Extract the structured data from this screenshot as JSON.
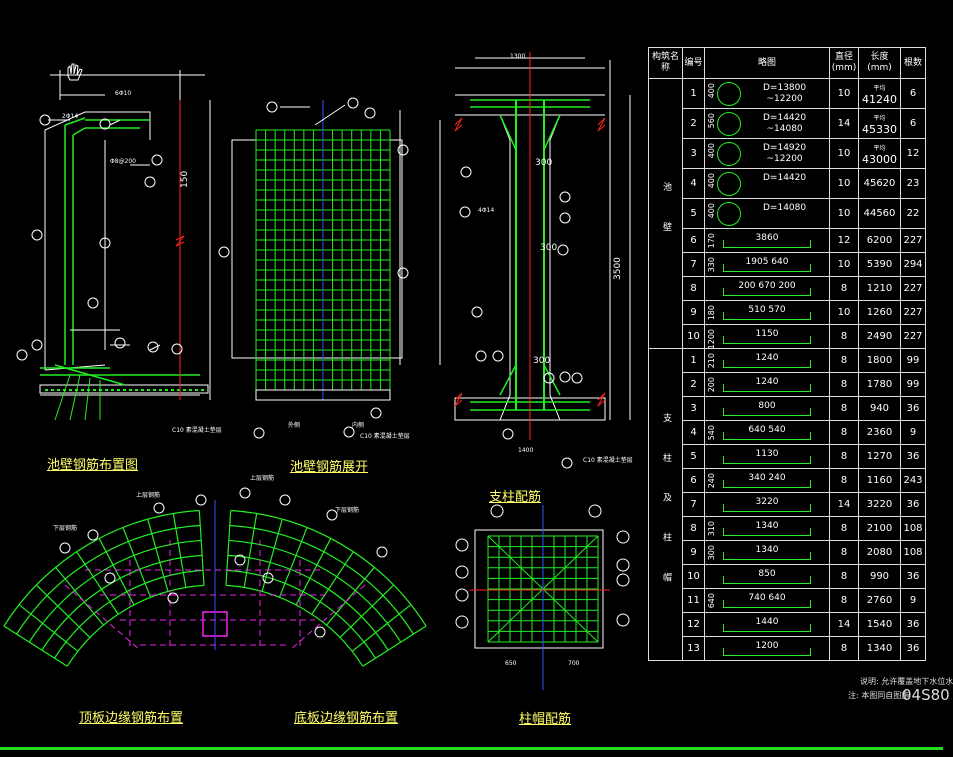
{
  "titles": {
    "wall_layout": "池壁钢筋布置图",
    "wall_unfold": "池壁钢筋展开",
    "column": "支柱配筋",
    "top_slab": "顶板边缘钢筋布置",
    "bottom_slab": "底板边缘钢筋布置",
    "column_cap": "柱帽配筋"
  },
  "drawing_labels": {
    "outer_side": "外侧",
    "inner_side": "内侧",
    "top_rebar_left": "上层钢筋",
    "top_rebar_right": "上层钢筋",
    "bottom_rebar_left": "下层钢筋",
    "bottom_rebar_right": "下层钢筋",
    "c10_a": "C10 素混凝土垫层",
    "c10_b": "C10 素混凝土垫层",
    "c10_c": "C10 素混凝土垫层",
    "dim_3500": "3500",
    "dim_150": "150",
    "dim_300a": "300",
    "dim_300b": "300",
    "dim_300c": "300",
    "dim_400": "400",
    "dim_1300": "1300",
    "dim_1400": "1400",
    "dim_650": "650",
    "dim_700": "700",
    "rebar_6d10": "6Φ10",
    "rebar_2d14": "2Φ14",
    "rebar_4d14": "4Φ14",
    "rebar_d8_200": "Φ8@200"
  },
  "table": {
    "headers": [
      "构筑名称",
      "编号",
      "略图",
      "直径(mm)",
      "长度(mm)",
      "根数"
    ],
    "groups": [
      {
        "name": "池 壁",
        "rows": [
          {
            "no": "1",
            "sketch": "D=13800\n~12200",
            "dia": "10",
            "len": "41240",
            "len_note": "平均",
            "cnt": "6",
            "dim": "400"
          },
          {
            "no": "2",
            "sketch": "D=14420\n~14080",
            "dia": "14",
            "len": "45330",
            "len_note": "平均",
            "cnt": "6",
            "dim": "560"
          },
          {
            "no": "3",
            "sketch": "D=14920\n~12200",
            "dia": "10",
            "len": "43000",
            "len_note": "平均",
            "cnt": "12",
            "dim": "400"
          },
          {
            "no": "4",
            "sketch": "D=14420",
            "dia": "10",
            "len": "45620",
            "len_note": "",
            "cnt": "23",
            "dim": "400"
          },
          {
            "no": "5",
            "sketch": "D=14080",
            "dia": "10",
            "len": "44560",
            "len_note": "",
            "cnt": "22",
            "dim": "400"
          },
          {
            "no": "6",
            "sketch": "3860",
            "dia": "12",
            "len": "6200",
            "len_note": "",
            "cnt": "227",
            "dim": "170"
          },
          {
            "no": "7",
            "sketch": "1905 640",
            "dia": "10",
            "len": "5390",
            "len_note": "",
            "cnt": "294",
            "dim": "330"
          },
          {
            "no": "8",
            "sketch": "200 670 200",
            "dia": "8",
            "len": "1210",
            "len_note": "",
            "cnt": "227",
            "dim": ""
          },
          {
            "no": "9",
            "sketch": "510 570",
            "dia": "10",
            "len": "1260",
            "len_note": "",
            "cnt": "227",
            "dim": "180"
          },
          {
            "no": "10",
            "sketch": "1150",
            "dia": "8",
            "len": "2490",
            "len_note": "",
            "cnt": "227",
            "dim": "1200"
          }
        ]
      },
      {
        "name": "支 柱 及 柱 帽",
        "rows": [
          {
            "no": "1",
            "sketch": "1240",
            "dia": "8",
            "len": "1800",
            "len_note": "",
            "cnt": "99",
            "dim": "210"
          },
          {
            "no": "2",
            "sketch": "1240",
            "dia": "8",
            "len": "1780",
            "len_note": "",
            "cnt": "99",
            "dim": "200"
          },
          {
            "no": "3",
            "sketch": "800",
            "dia": "8",
            "len": "940",
            "len_note": "",
            "cnt": "36",
            "dim": ""
          },
          {
            "no": "4",
            "sketch": "640 540",
            "dia": "8",
            "len": "2360",
            "len_note": "",
            "cnt": "9",
            "dim": "540"
          },
          {
            "no": "5",
            "sketch": "1130",
            "dia": "8",
            "len": "1270",
            "len_note": "",
            "cnt": "36",
            "dim": ""
          },
          {
            "no": "6",
            "sketch": "340 240",
            "dia": "8",
            "len": "1160",
            "len_note": "",
            "cnt": "243",
            "dim": "240"
          },
          {
            "no": "7",
            "sketch": "3220",
            "dia": "14",
            "len": "3220",
            "len_note": "",
            "cnt": "36",
            "dim": ""
          },
          {
            "no": "8",
            "sketch": "1340",
            "dia": "8",
            "len": "2100",
            "len_note": "",
            "cnt": "108",
            "dim": "310"
          },
          {
            "no": "9",
            "sketch": "1340",
            "dia": "8",
            "len": "2080",
            "len_note": "",
            "cnt": "108",
            "dim": "300"
          },
          {
            "no": "10",
            "sketch": "850",
            "dia": "8",
            "len": "990",
            "len_note": "",
            "cnt": "36",
            "dim": ""
          },
          {
            "no": "11",
            "sketch": "740 640",
            "dia": "8",
            "len": "2760",
            "len_note": "",
            "cnt": "9",
            "dim": "640"
          },
          {
            "no": "12",
            "sketch": "1440",
            "dia": "14",
            "len": "1540",
            "len_note": "",
            "cnt": "36",
            "dim": ""
          },
          {
            "no": "13",
            "sketch": "1200",
            "dia": "8",
            "len": "1340",
            "len_note": "",
            "cnt": "36",
            "dim": ""
          }
        ]
      }
    ]
  },
  "notes": {
    "line1": "说明: 允许覆盖地下水位水",
    "line2": "注: 本图同自图施",
    "code": "04S80"
  }
}
